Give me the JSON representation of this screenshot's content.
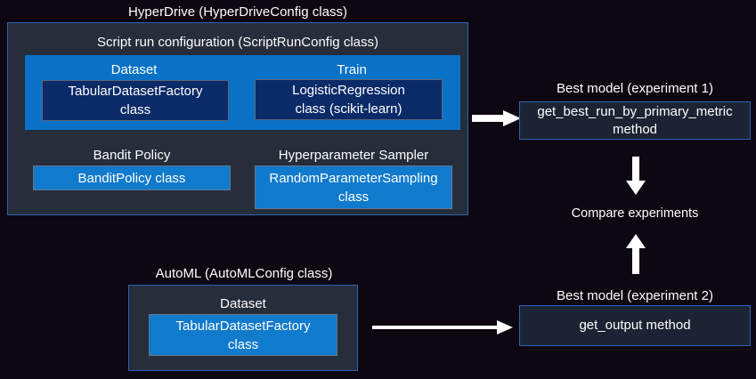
{
  "colors": {
    "background": "#0d0712",
    "panel_fill": "#262d3b",
    "panel_border": "#2f62b5",
    "azure_blue_fill": "#0a72c6",
    "navy_fill": "#0b2a68",
    "light_blue_fill": "#107acc",
    "result_box_fill": "#1c2433",
    "text": "#ffffff",
    "arrow": "#ffffff"
  },
  "icons": {
    "hyperdrive_to_best1": "arrow-right-icon",
    "automl_to_best2": "arrow-right-icon",
    "best1_to_compare": "arrow-down-icon",
    "best2_to_compare": "arrow-up-icon"
  },
  "hyperdrive": {
    "title": "HyperDrive (HyperDriveConfig class)",
    "script_run": {
      "title": "Script run configuration (ScriptRunConfig class)",
      "dataset": {
        "label": "Dataset",
        "box": "TabularDatasetFactory\nclass"
      },
      "train": {
        "label": "Train",
        "box": "LogisticRegression\nclass (scikit-learn)"
      }
    },
    "bandit_policy": {
      "label": "Bandit Policy",
      "box": "BanditPolicy class"
    },
    "hyperparameter_sampler": {
      "label": "Hyperparameter Sampler",
      "box": "RandomParameterSampling\nclass"
    }
  },
  "automl": {
    "title": "AutoML (AutoMLConfig class)",
    "dataset": {
      "label": "Dataset",
      "box": "TabularDatasetFactory\nclass"
    }
  },
  "results": {
    "best_model_1": {
      "label": "Best model (experiment 1)",
      "box": "get_best_run_by_primary_metric\nmethod"
    },
    "compare": "Compare experiments",
    "best_model_2": {
      "label": "Best model (experiment 2)",
      "box": "get_output method"
    }
  }
}
